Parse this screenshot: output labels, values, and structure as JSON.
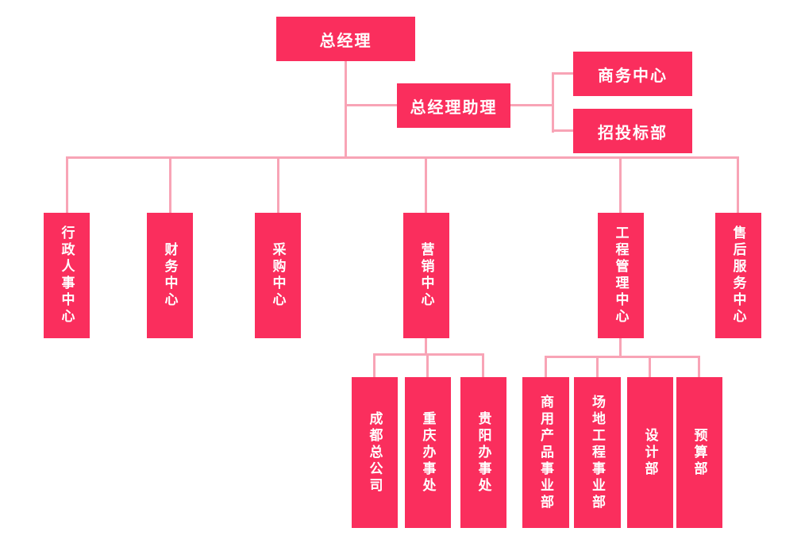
{
  "palette": {
    "box_fill": "#fa2e5d",
    "box_text": "#ffffff",
    "line": "#f8a4b6",
    "background": "#ffffff"
  },
  "nodes": {
    "gm": "总经理",
    "gm_assistant": "总经理助理",
    "business_center": "商务中心",
    "bidding_dept": "招投标部",
    "admin_hr": "行政人事中心",
    "finance": "财务中心",
    "procurement": "采购中心",
    "marketing": "营销中心",
    "engineering_mgmt": "工程管理中心",
    "after_sales": "售后服务中心",
    "chengdu_hq": "成都总公司",
    "chongqing_office": "重庆办事处",
    "guiyang_office": "贵阳办事处",
    "commercial_products": "商用产品事业部",
    "site_engineering": "场地工程事业部",
    "design_dept": "设计部",
    "budget_dept": "预算部"
  },
  "hierarchy": {
    "root": "总经理",
    "assistant": {
      "label": "总经理助理",
      "children": [
        "商务中心",
        "招投标部"
      ]
    },
    "departments": [
      {
        "label": "行政人事中心",
        "children": []
      },
      {
        "label": "财务中心",
        "children": []
      },
      {
        "label": "采购中心",
        "children": []
      },
      {
        "label": "营销中心",
        "children": [
          "成都总公司",
          "重庆办事处",
          "贵阳办事处"
        ]
      },
      {
        "label": "工程管理中心",
        "children": [
          "商用产品事业部",
          "场地工程事业部",
          "设计部",
          "预算部"
        ]
      },
      {
        "label": "售后服务中心",
        "children": []
      }
    ]
  }
}
